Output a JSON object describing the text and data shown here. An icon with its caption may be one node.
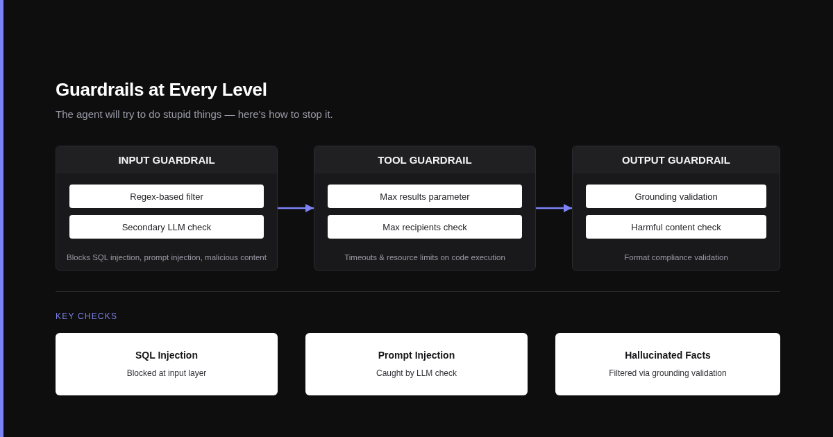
{
  "diagram": {
    "title": "Guardrails at Every Level",
    "nodes": [
      {
        "text": [
          "INPUT GUARDRAIL",
          "Blocks SQL injection, prompt injection, malicious content"
        ]
      },
      {
        "text": [
          "Regex-based filter"
        ],
        "in": 0
      },
      {
        "text": [
          "Secondary LLM check"
        ],
        "in": 0
      },
      {
        "text": [
          "TOOL GUARDRAIL",
          "Timeouts & resource limits on code execution"
        ]
      },
      {
        "text": [
          "Max results parameter"
        ],
        "in": 3
      },
      {
        "text": [
          "Max recipients check"
        ],
        "in": 3
      },
      {
        "text": [
          "OUTPUT GUARDRAIL",
          "Format compliance validation"
        ]
      },
      {
        "text": [
          "Grounding validation"
        ],
        "in": 6
      },
      {
        "text": [
          "Harmful content check"
        ],
        "in": 6
      },
      {
        "text": [
          "SQL Injection",
          "Blocked at input layer"
        ]
      },
      {
        "text": [
          "Prompt Injection",
          "Caught by LLM check"
        ]
      },
      {
        "text": [
          "Hallucinated Facts",
          "Filtered via grounding validation"
        ]
      }
    ],
    "edges": [
      {
        "from": 0,
        "to": 3,
        "arrow": "to"
      },
      {
        "from": 3,
        "to": 6,
        "arrow": "to"
      }
    ],
    "labels": [
      "The agent will try to do stupid things — here's how to stop it.",
      "KEY CHECKS"
    ]
  }
}
